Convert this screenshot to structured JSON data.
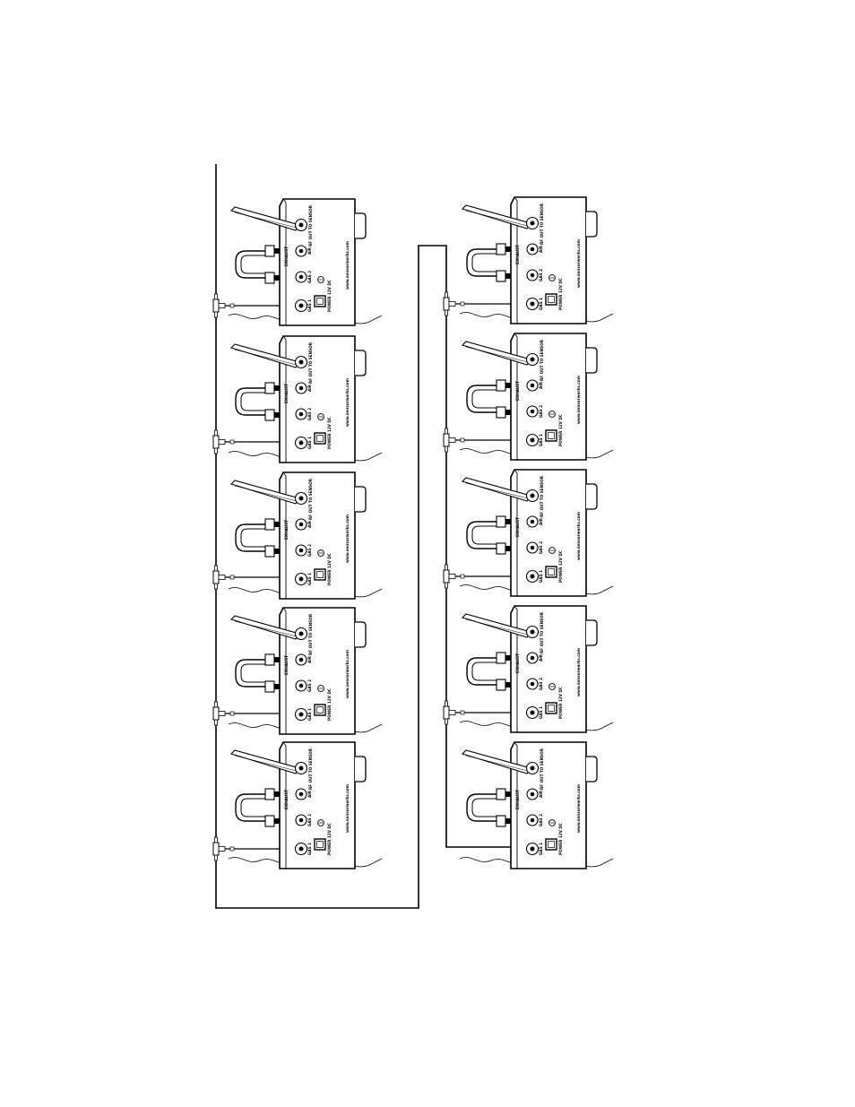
{
  "diagram": {
    "line_color": "#000000",
    "background": "#ffffff",
    "label_font_size": 4.2,
    "units": [
      {
        "col": 0,
        "row": 0,
        "labels": {
          "out": "RF OUT TO SENSOR",
          "exhaust": "EXHAUST",
          "air": "AIR",
          "gas2": "GAS 2",
          "gas1": "GAS 1",
          "power": "POWER 12V DC",
          "web": "www.sensorworks.com"
        }
      },
      {
        "col": 0,
        "row": 1,
        "labels": {
          "out": "RF OUT TO SENSOR",
          "exhaust": "EXHAUST",
          "air": "AIR",
          "gas2": "GAS 2",
          "gas1": "GAS 1",
          "power": "POWER 12V DC",
          "web": "www.sensorworks.com"
        }
      },
      {
        "col": 0,
        "row": 2,
        "labels": {
          "out": "RF OUT TO SENSOR",
          "exhaust": "EXHAUST",
          "air": "AIR",
          "gas2": "GAS 2",
          "gas1": "GAS 1",
          "power": "POWER 12V DC",
          "web": "www.sensorworks.com"
        }
      },
      {
        "col": 0,
        "row": 3,
        "labels": {
          "out": "RF OUT TO SENSOR",
          "exhaust": "EXHAUST",
          "air": "AIR",
          "gas2": "GAS 2",
          "gas1": "GAS 1",
          "power": "POWER 12V DC",
          "web": "www.sensorworks.com"
        }
      },
      {
        "col": 0,
        "row": 4,
        "labels": {
          "out": "RF OUT TO SENSOR",
          "exhaust": "EXHAUST",
          "air": "AIR",
          "gas2": "GAS 2",
          "gas1": "GAS 1",
          "power": "POWER 12V DC",
          "web": "www.sensorworks.com"
        }
      },
      {
        "col": 1,
        "row": 0,
        "labels": {
          "out": "RF OUT TO SENSOR",
          "exhaust": "EXHAUST",
          "air": "AIR",
          "gas2": "GAS 2",
          "gas1": "GAS 1",
          "power": "POWER 12V DC",
          "web": "www.sensorworks.com"
        }
      },
      {
        "col": 1,
        "row": 1,
        "labels": {
          "out": "RF OUT TO SENSOR",
          "exhaust": "EXHAUST",
          "air": "AIR",
          "gas2": "GAS 2",
          "gas1": "GAS 1",
          "power": "POWER 12V DC",
          "web": "www.sensorworks.com"
        }
      },
      {
        "col": 1,
        "row": 2,
        "labels": {
          "out": "RF OUT TO SENSOR",
          "exhaust": "EXHAUST",
          "air": "AIR",
          "gas2": "GAS 2",
          "gas1": "GAS 1",
          "power": "POWER 12V DC",
          "web": "www.sensorworks.com"
        }
      },
      {
        "col": 1,
        "row": 3,
        "labels": {
          "out": "RF OUT TO SENSOR",
          "exhaust": "EXHAUST",
          "air": "AIR",
          "gas2": "GAS 2",
          "gas1": "GAS 1",
          "power": "POWER 12V DC",
          "web": "www.sensorworks.com"
        }
      },
      {
        "col": 1,
        "row": 4,
        "labels": {
          "out": "RF OUT TO SENSOR",
          "exhaust": "EXHAUST",
          "air": "AIR",
          "gas2": "GAS 2",
          "gas1": "GAS 1",
          "power": "POWER 12V DC",
          "web": "www.sensorworks.com"
        }
      }
    ]
  }
}
